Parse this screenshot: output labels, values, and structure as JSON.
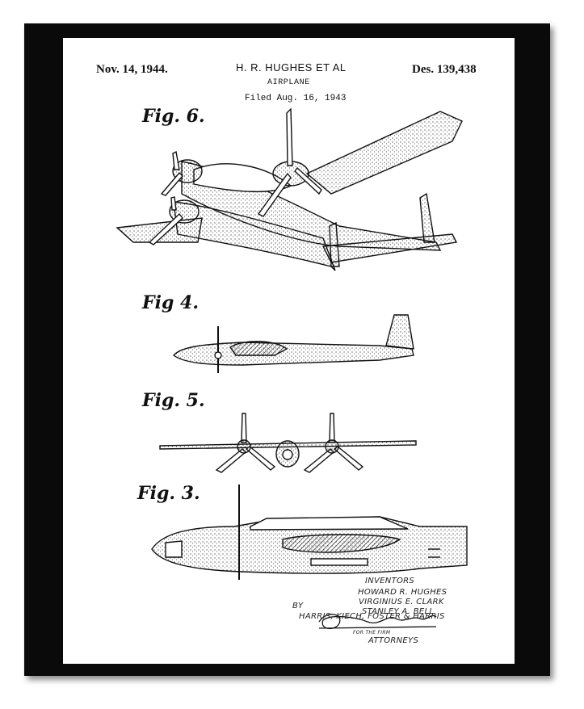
{
  "header": {
    "date": "Nov. 14, 1944.",
    "inventor": "H. R. HUGHES ET AL",
    "title": "AIRPLANE",
    "filed": "Filed Aug. 16, 1943",
    "patent_number": "Des. 139,438"
  },
  "figures": {
    "fig6": "Fig. 6.",
    "fig4": "Fig 4.",
    "fig5": "Fig. 5.",
    "fig3": "Fig. 3."
  },
  "inventors": {
    "heading": "INVENTORS",
    "names": [
      "HOWARD R. HUGHES",
      "VIRGINIUS E. CLARK",
      "STANLEY A. BELL"
    ],
    "by": "BY",
    "firm": "HARRIS, KIECH, FOSTER & HARRIS",
    "for_the_firm": "FOR THE FIRM",
    "attorneys": "ATTORNEYS"
  },
  "colors": {
    "frame": "#0a0a0a",
    "paper": "#ffffff",
    "ink": "#111111"
  },
  "icons": {
    "signature": "signature-icon"
  }
}
